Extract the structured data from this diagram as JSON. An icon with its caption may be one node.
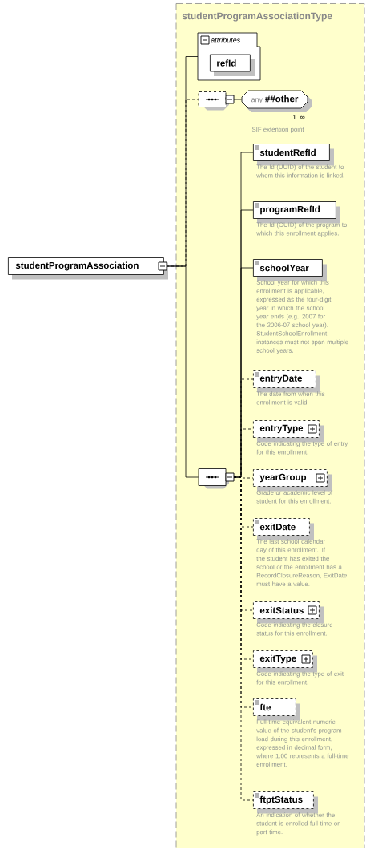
{
  "diagram": {
    "nodes": [
      {
        "text": [
          "studentProgramAssociation"
        ]
      },
      {
        "text": [
          "studentProgramAssociationType"
        ]
      },
      {
        "text": [
          "attributes"
        ],
        "in": 1
      },
      {
        "text": [
          "refId"
        ],
        "in": 2
      },
      {
        "text": [],
        "shape": "octagon",
        "in": 1
      },
      {
        "text": [
          "any",
          "##other"
        ],
        "beside": [
          "1..∞",
          "SIF extention point"
        ],
        "in": 1
      },
      {
        "text": [],
        "shape": "octagon",
        "in": 1
      },
      {
        "text": [
          "studentRefId"
        ],
        "beside": [
          "The Id (UUID) of the student to whom this information is linked."
        ],
        "in": 1
      },
      {
        "text": [
          "programRefId"
        ],
        "beside": [
          "The Id (GUID) of the program to which this enrollment applies."
        ],
        "in": 1
      },
      {
        "text": [
          "schoolYear"
        ],
        "beside": [
          "School year for which this enrollment is applicable, expressed as the four-digit year in which the school year ends (e.g. 2007 for the 2006-07 school year). StudentSchoolEnrollment instances must not span multiple school years."
        ],
        "in": 1
      },
      {
        "text": [
          "entryDate"
        ],
        "beside": [
          "The date from when this enrollment is valid."
        ],
        "in": 1
      },
      {
        "text": [
          "entryType"
        ],
        "beside": [
          "Code indicating the type of entry for this enrollment."
        ],
        "in": 1
      },
      {
        "text": [
          "yearGroup"
        ],
        "beside": [
          "Grade or academic level of student for this enrollment."
        ],
        "in": 1
      },
      {
        "text": [
          "exitDate"
        ],
        "beside": [
          "The last school calendar day of this enrollment. If the student has exited the school or the enrollment has a RecordClosureReason, ExitDate must have a value."
        ],
        "in": 1
      },
      {
        "text": [
          "exitStatus"
        ],
        "beside": [
          "Code indicating the closure status for this enrollment."
        ],
        "in": 1
      },
      {
        "text": [
          "exitType"
        ],
        "beside": [
          "Code indicating the type of exit for this enrollment."
        ],
        "in": 1
      },
      {
        "text": [
          "fte"
        ],
        "beside": [
          "Full-time equivalent numeric value of the student's program load during this enrollment, expressed in decimal form, where 1.00 represents a full-time enrollment."
        ],
        "in": 1
      },
      {
        "text": [
          "ftptStatus"
        ],
        "beside": [
          "An indication of whether the student is enrolled full time or part time."
        ],
        "in": 1
      }
    ],
    "edges": [
      {
        "from": 0,
        "to": 2,
        "arrow": "none"
      },
      {
        "from": 0,
        "to": 4,
        "arrow": "none",
        "style": "dashed"
      },
      {
        "from": 0,
        "to": 6,
        "arrow": "none"
      },
      {
        "from": 4,
        "to": 5,
        "arrow": "none"
      },
      {
        "from": 6,
        "to": 7,
        "arrow": "none"
      },
      {
        "from": 6,
        "to": 8,
        "arrow": "none"
      },
      {
        "from": 6,
        "to": 9,
        "arrow": "none"
      },
      {
        "from": 6,
        "to": 10,
        "arrow": "none",
        "style": "dashed"
      },
      {
        "from": 6,
        "to": 11,
        "arrow": "none",
        "style": "dashed"
      },
      {
        "from": 6,
        "to": 12,
        "arrow": "none",
        "style": "dashed"
      },
      {
        "from": 6,
        "to": 13,
        "arrow": "none",
        "style": "dashed"
      },
      {
        "from": 6,
        "to": 14,
        "arrow": "none",
        "style": "dashed"
      },
      {
        "from": 6,
        "to": 15,
        "arrow": "none",
        "style": "dashed"
      },
      {
        "from": 6,
        "to": 16,
        "arrow": "none",
        "style": "dashed"
      },
      {
        "from": 6,
        "to": 17,
        "arrow": "none",
        "style": "dashed"
      }
    ]
  }
}
